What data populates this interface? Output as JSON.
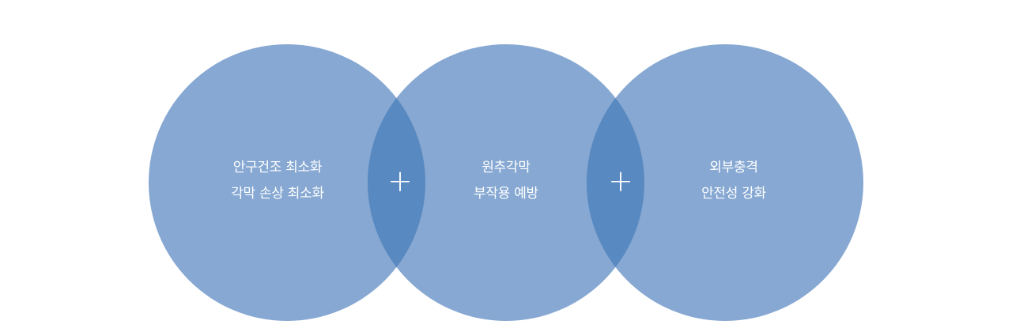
{
  "colors": {
    "circle_fill": "#86a8d2",
    "overlap_fill": "#5889c1",
    "text": "#ffffff"
  },
  "circles": [
    {
      "line1": "안구건조 최소화",
      "line2": "각막 손상 최소화"
    },
    {
      "line1": "원추각막",
      "line2": "부작용 예방"
    },
    {
      "line1": "외부충격",
      "line2": "안전성 강화"
    }
  ],
  "connectors": [
    {
      "symbol": "+"
    },
    {
      "symbol": "+"
    }
  ]
}
